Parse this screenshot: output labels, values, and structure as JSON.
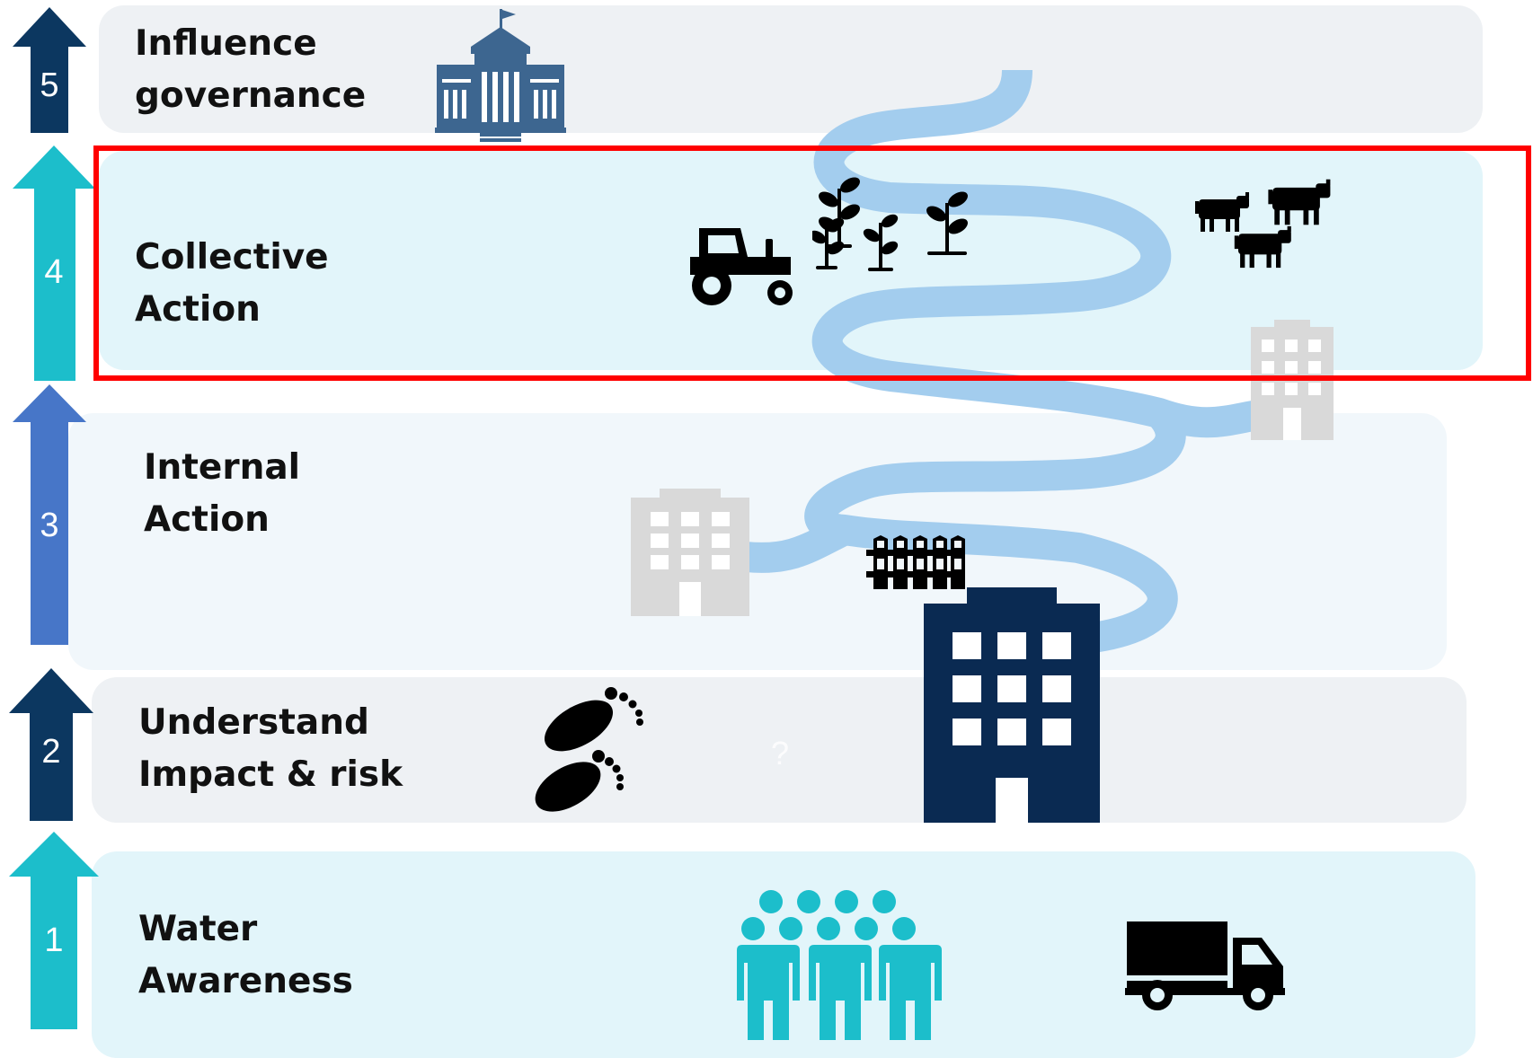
{
  "levels": [
    {
      "number": "5",
      "line1": "Influence",
      "line2": "governance"
    },
    {
      "number": "4",
      "line1": "Collective",
      "line2": "Action"
    },
    {
      "number": "3",
      "line1": "Internal",
      "line2": "Action"
    },
    {
      "number": "2",
      "line1": "Understand",
      "line2": "Impact & risk"
    },
    {
      "number": "1",
      "line1": "Water",
      "line2": "Awareness"
    }
  ],
  "question_mark": "?",
  "colors": {
    "dark_navy": "#0c3760",
    "teal": "#1cbecb",
    "blue": "#4776c8",
    "river": "#a3cdee",
    "highlight": "#ff0000",
    "band_grey": "#eef1f4",
    "band_light_blue": "#e2f5fa",
    "band_pale": "#f1f7fb",
    "building_grey": "#d9d9d9",
    "building_navy": "#0a2a52",
    "people_teal": "#1cbecb"
  },
  "icons": [
    "government-building-icon",
    "tractor-icon",
    "plants-icon",
    "cows-icon",
    "office-building-icon",
    "fence-icon",
    "footprints-icon",
    "people-group-icon",
    "truck-icon"
  ]
}
